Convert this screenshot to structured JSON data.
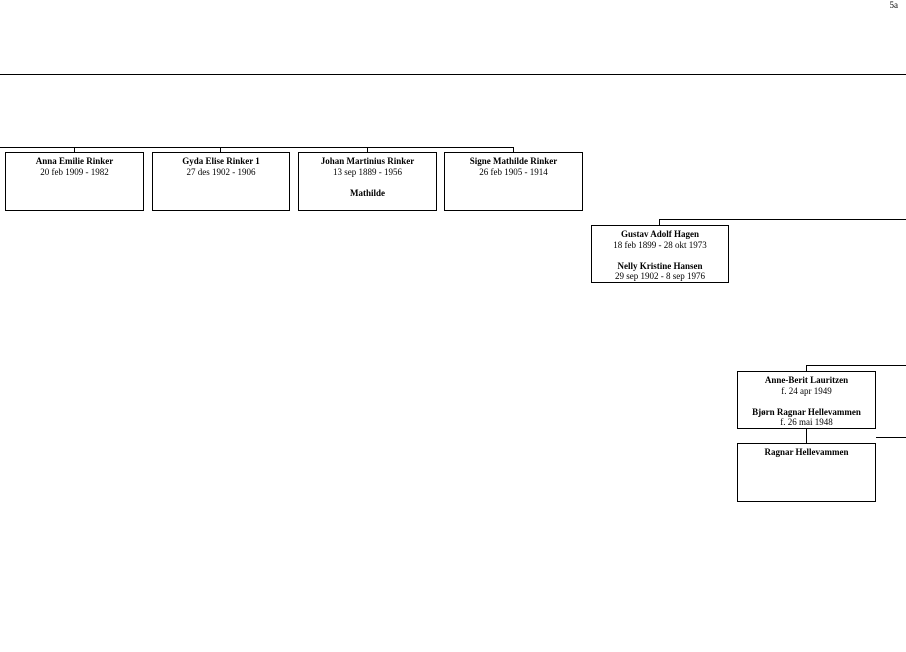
{
  "page": {
    "number": "5a"
  },
  "persons": {
    "anna": {
      "name": "Anna Emilie Rinker",
      "dates": "20 feb 1909 - 1982"
    },
    "gyda": {
      "name": "Gyda Elise Rinker 1",
      "dates": "27 des 1902 - 1906"
    },
    "johan": {
      "name": "Johan Martinius Rinker",
      "dates": "13 sep 1889 - 1956",
      "spouse_name": "Mathilde"
    },
    "signe": {
      "name": "Signe Mathilde Rinker",
      "dates": "26 feb 1905 - 1914"
    },
    "gustav": {
      "name": "Gustav Adolf Hagen",
      "dates": "18 feb 1899 - 28 okt 1973",
      "spouse_name": "Nelly Kristine Hansen",
      "spouse_dates": "29 sep 1902 - 8 sep 1976"
    },
    "anneberit": {
      "name": "Anne-Berit Lauritzen",
      "dates": "f. 24 apr 1949",
      "spouse_name": "Bjørn Ragnar Hellevammen",
      "spouse_dates": "f. 26 mai 1948"
    },
    "ragnar": {
      "name": "Ragnar Hellevammen"
    }
  }
}
